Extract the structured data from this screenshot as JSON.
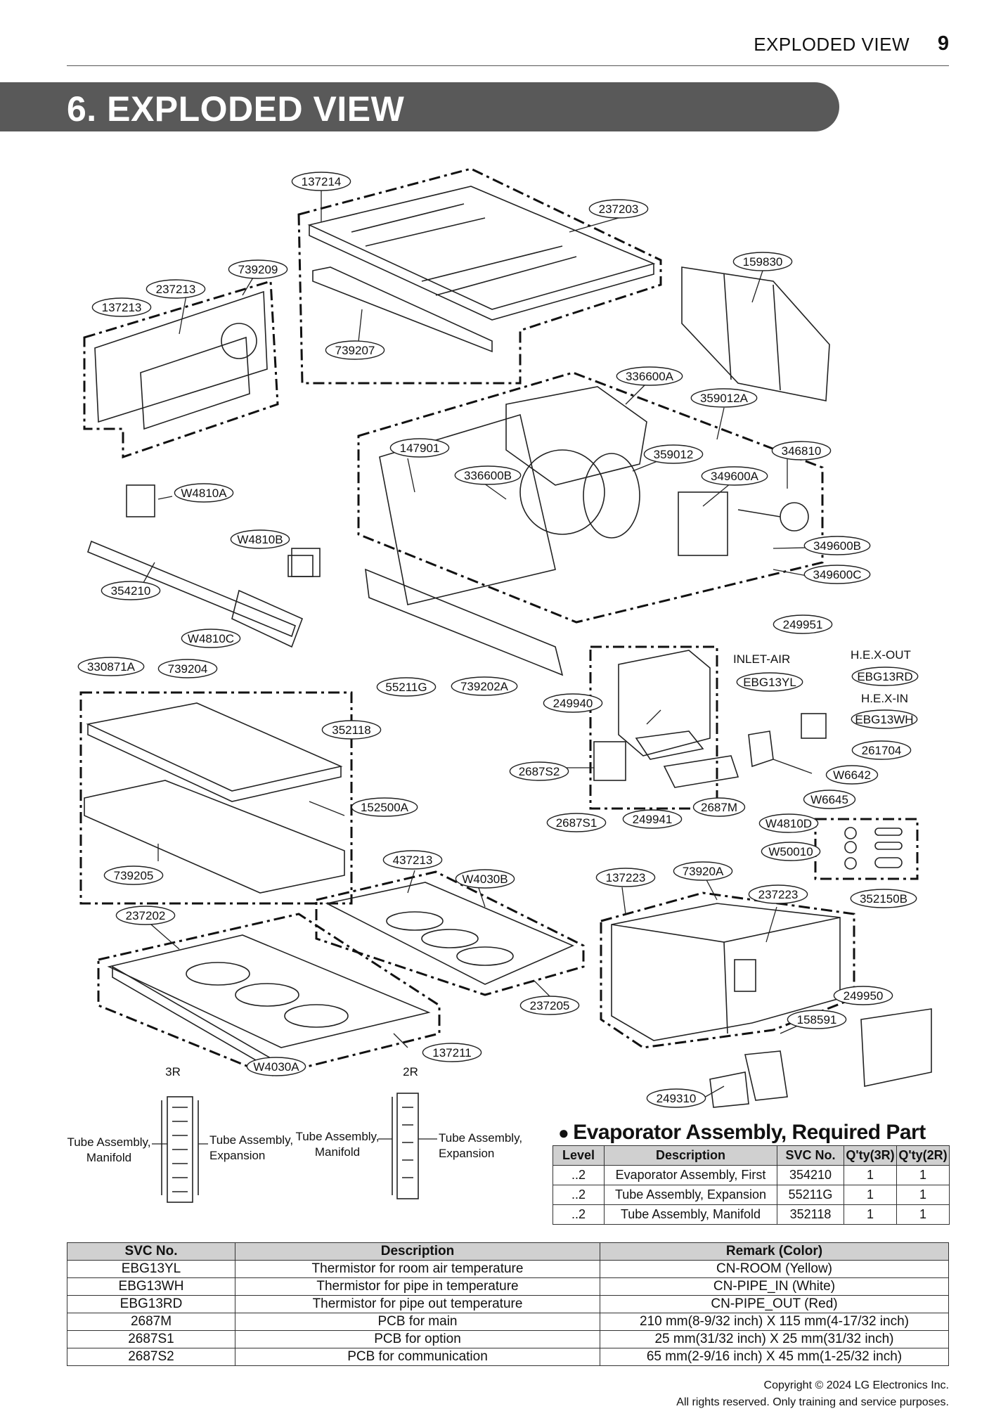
{
  "header": {
    "section": "EXPLODED VIEW",
    "page": "9"
  },
  "banner": {
    "title": "6. EXPLODED VIEW"
  },
  "part_labels": [
    "137214",
    "237203",
    "159830",
    "739209",
    "237213",
    "137213",
    "739207",
    "336600A",
    "359012A",
    "147901",
    "359012",
    "346810",
    "336600B",
    "349600A",
    "W4810A",
    "W4810B",
    "349600B",
    "354210",
    "349600C",
    "249951",
    "W4810C",
    "330871A",
    "739204",
    "55211G",
    "739202A",
    "EBG13YL",
    "EBG13RD",
    "249940",
    "EBG13WH",
    "352118",
    "261704",
    "2687S2",
    "W6642",
    "W6645",
    "2687M",
    "152500A",
    "2687S1",
    "249941",
    "W4810D",
    "W50010",
    "437213",
    "W4030B",
    "137223",
    "73920A",
    "739205",
    "237223",
    "352150B",
    "237202",
    "249950",
    "158591",
    "237205",
    "137211",
    "W4030A",
    "249310"
  ],
  "callouts": {
    "inlet_air": "INLET-AIR",
    "hex_out": "H.E.X-OUT",
    "hex_in": "H.E.X-IN"
  },
  "tube_diagrams": {
    "left_title": "3R",
    "right_title": "2R",
    "left_manifold": [
      "Tube Assembly,",
      "Manifold"
    ],
    "left_expansion": [
      "Tube Assembly,",
      "Expansion"
    ],
    "right_manifold": [
      "Tube Assembly,",
      "Manifold"
    ],
    "right_expansion": [
      "Tube Assembly,",
      "Expansion"
    ]
  },
  "evaporator_table": {
    "title": "Evaporator Assembly, Required Part",
    "headers": [
      "Level",
      "Description",
      "SVC No.",
      "Q'ty(3R)",
      "Q'ty(2R)"
    ],
    "rows": [
      [
        "..2",
        "Evaporator Assembly, First",
        "354210",
        "1",
        "1"
      ],
      [
        "..2",
        "Tube Assembly, Expansion",
        "55211G",
        "1",
        "1"
      ],
      [
        "..2",
        "Tube Assembly, Manifold",
        "352118",
        "1",
        "1"
      ]
    ]
  },
  "svc_table": {
    "headers": [
      "SVC No.",
      "Description",
      "Remark (Color)"
    ],
    "rows": [
      [
        "EBG13YL",
        "Thermistor for room air temperature",
        "CN-ROOM (Yellow)"
      ],
      [
        "EBG13WH",
        "Thermistor for pipe in temperature",
        "CN-PIPE_IN (White)"
      ],
      [
        "EBG13RD",
        "Thermistor for pipe out temperature",
        "CN-PIPE_OUT (Red)"
      ],
      [
        "2687M",
        "PCB for main",
        "210 mm(8-9/32 inch) X 115 mm(4-17/32 inch)"
      ],
      [
        "2687S1",
        "PCB for option",
        "25 mm(31/32 inch) X 25 mm(31/32 inch)"
      ],
      [
        "2687S2",
        "PCB for communication",
        "65 mm(2-9/16 inch) X 45 mm(1-25/32 inch)"
      ]
    ]
  },
  "footer": {
    "line1": "Copyright © 2024 LG Electronics Inc.",
    "line2": "All rights reserved. Only training and service purposes."
  }
}
